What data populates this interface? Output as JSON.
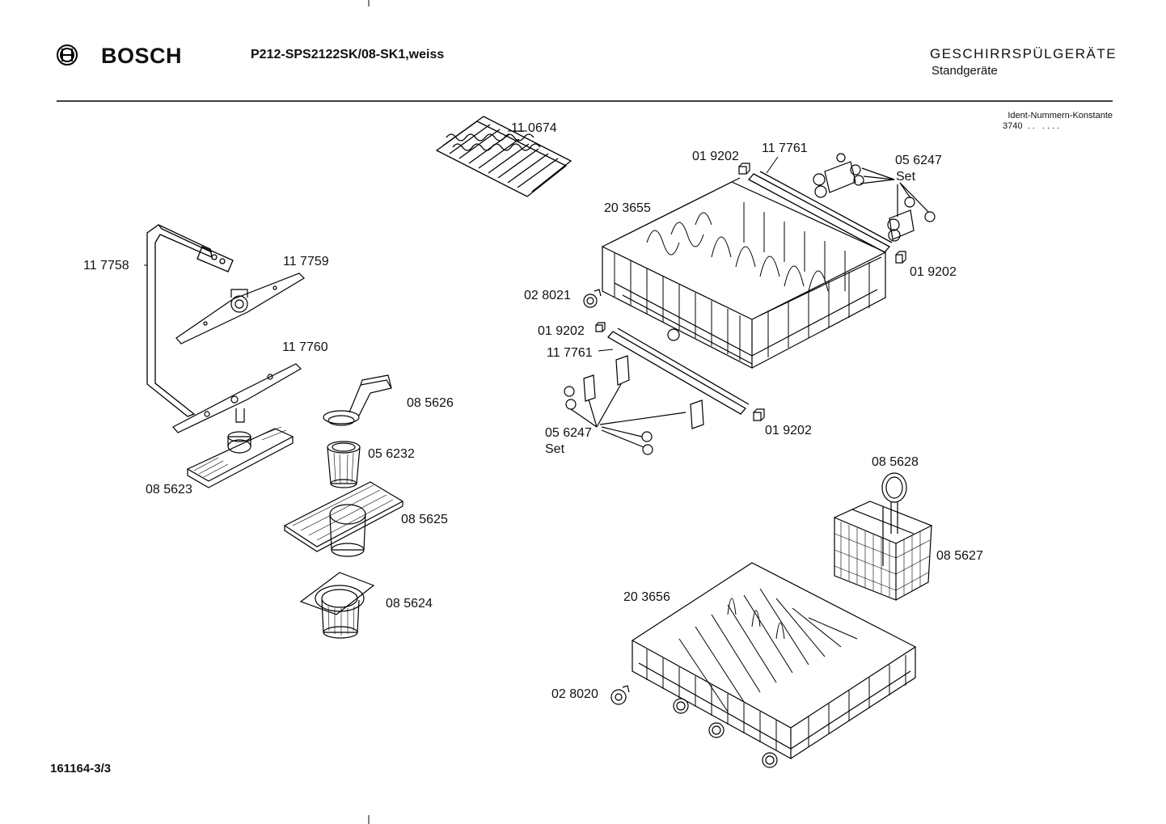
{
  "header": {
    "brand": "BOSCH",
    "model": "P212-SPS2122SK/08-SK1,weiss",
    "category": "GESCHIRRSPÜLGERÄTE",
    "subcategory": "Standgeräte"
  },
  "ident": {
    "label": "Ident-Nummern-Konstante",
    "value": "3740  . .   . . . ."
  },
  "parts": [
    {
      "id": "p110674",
      "num": "11 0674"
    },
    {
      "id": "p019202a",
      "num": "01 9202"
    },
    {
      "id": "p117761a",
      "num": "11 7761"
    },
    {
      "id": "p056247a",
      "num": "05 6247"
    },
    {
      "id": "p056247a_set",
      "num": "Set"
    },
    {
      "id": "p203655",
      "num": "20 3655"
    },
    {
      "id": "p019202b",
      "num": "01 9202"
    },
    {
      "id": "p117758",
      "num": "11 7758"
    },
    {
      "id": "p117759",
      "num": "11 7759"
    },
    {
      "id": "p028021",
      "num": "02 8021"
    },
    {
      "id": "p019202c",
      "num": "01 9202"
    },
    {
      "id": "p117761b",
      "num": "11 7761"
    },
    {
      "id": "p117760",
      "num": "11 7760"
    },
    {
      "id": "p085626",
      "num": "08 5626"
    },
    {
      "id": "p056247b",
      "num": "05 6247"
    },
    {
      "id": "p056247b_set",
      "num": "Set"
    },
    {
      "id": "p019202d",
      "num": "01 9202"
    },
    {
      "id": "p056232",
      "num": "05 6232"
    },
    {
      "id": "p085628",
      "num": "08 5628"
    },
    {
      "id": "p085623",
      "num": "08 5623"
    },
    {
      "id": "p085625",
      "num": "08 5625"
    },
    {
      "id": "p085627",
      "num": "08 5627"
    },
    {
      "id": "p203656",
      "num": "20 3656"
    },
    {
      "id": "p085624",
      "num": "08 5624"
    },
    {
      "id": "p028020",
      "num": "02 8020"
    }
  ],
  "footer": {
    "code": "161164-3/3"
  }
}
